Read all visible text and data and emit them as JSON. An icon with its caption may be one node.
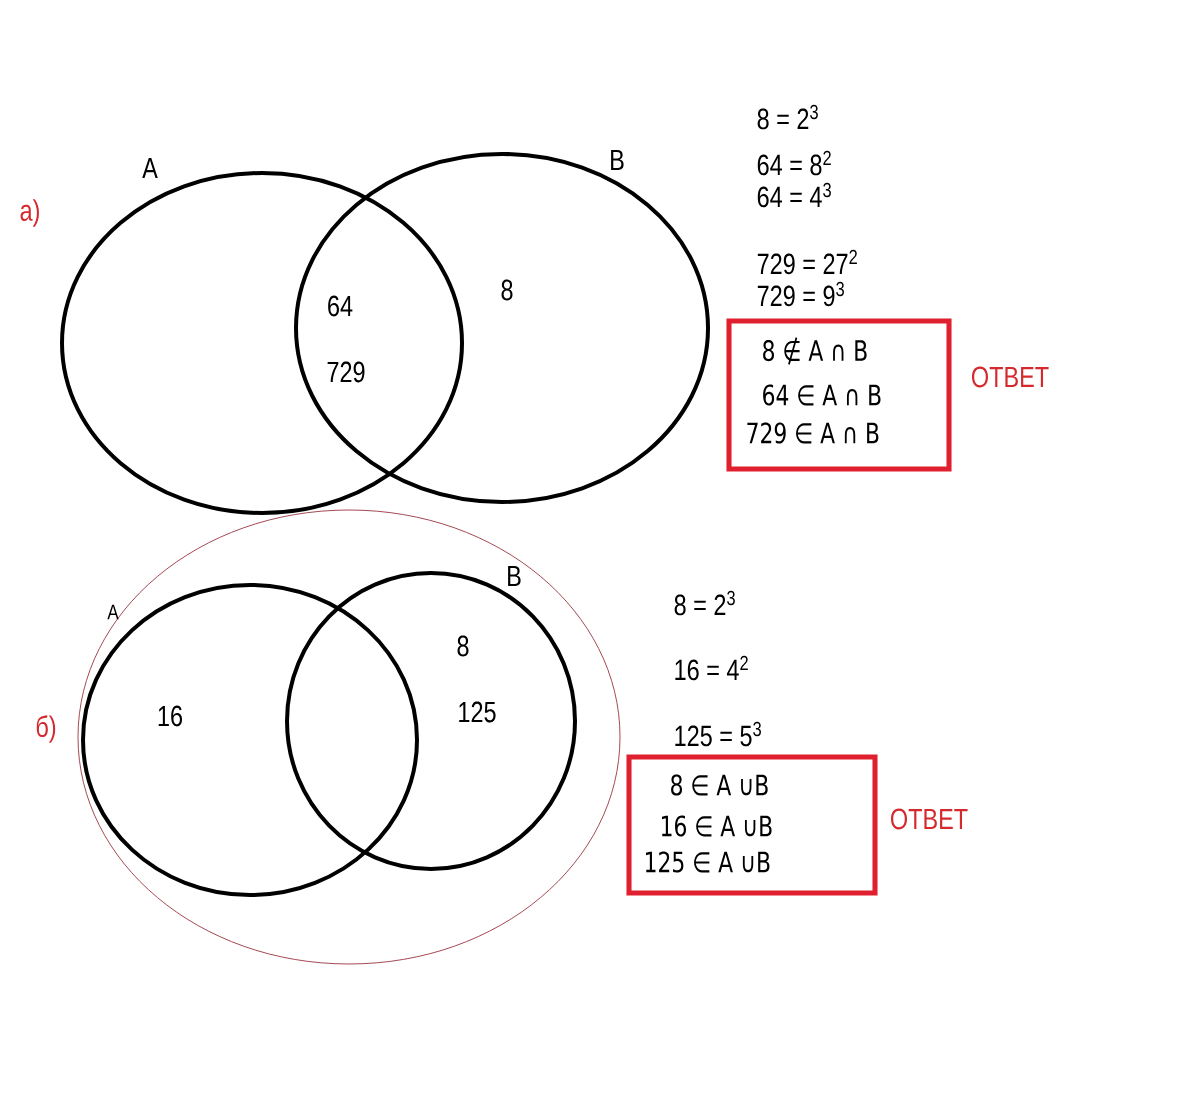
{
  "diagram": {
    "nodes": [
      {
        "text": [
          "A"
        ]
      },
      {
        "text": [
          "B",
          "8"
        ]
      },
      {
        "text": [
          "8 ∉ A ∩ B",
          "64 ∈ A ∩ B",
          "729 ∈ A ∩ B"
        ],
        "beside": [
          "ОТВЕТ"
        ]
      },
      {
        "text": [],
        "shape": "ellipse"
      },
      {
        "text": [
          "A",
          "16"
        ],
        "in": 3
      },
      {
        "text": [
          "B",
          "8",
          "125"
        ],
        "in": 3
      },
      {
        "text": [
          "8 ∈ A ∪B",
          "16 ∈ A ∪B",
          "125 ∈ A ∪B"
        ],
        "beside": [
          "ОТВЕТ"
        ]
      }
    ],
    "labels": [
      "а)",
      "64",
      "729",
      "8 = 2$^{3}$",
      "64 = 8$^{2}$",
      "64 = 4$^{3}$",
      "729 = 27$^{2}$",
      "729 = 9$^{3}$",
      "б)",
      "8 = 2$^{3}$",
      "16 = 4$^{2}$",
      "125 = 5$^{3}$"
    ]
  }
}
